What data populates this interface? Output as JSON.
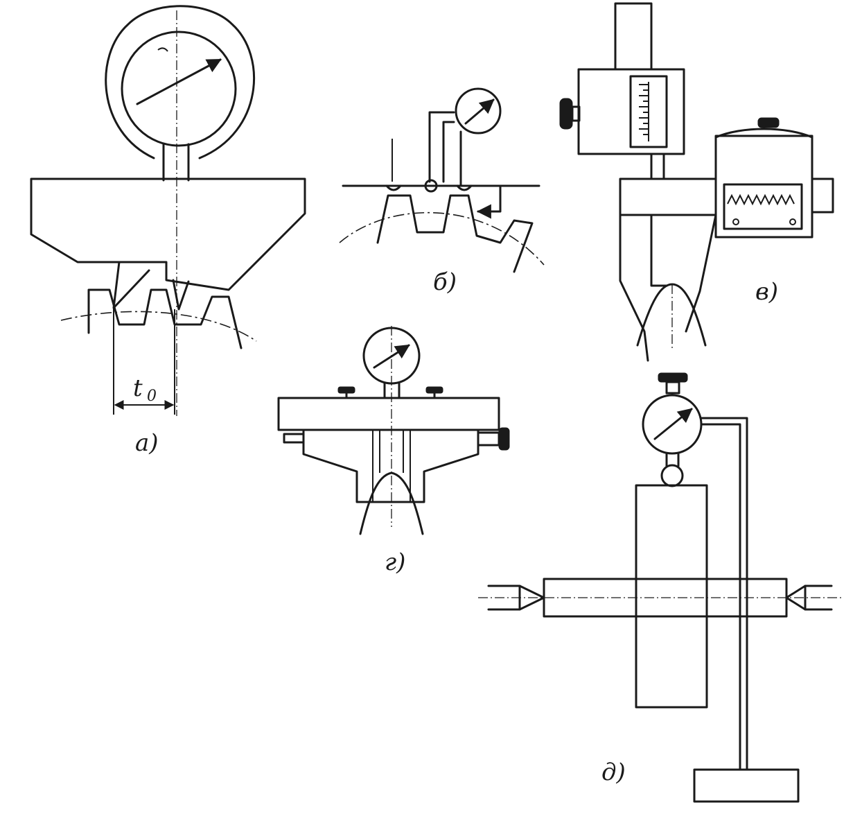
{
  "figures": [
    {
      "id": "a",
      "label": "а)",
      "dimension_symbol": "t",
      "dimension_subscript": "0"
    },
    {
      "id": "b",
      "label": "б)"
    },
    {
      "id": "v",
      "label": "в)"
    },
    {
      "id": "g",
      "label": "г)"
    },
    {
      "id": "d",
      "label": "д)"
    }
  ],
  "colors": {
    "ink": "#1a1a1a",
    "paper": "#ffffff"
  }
}
